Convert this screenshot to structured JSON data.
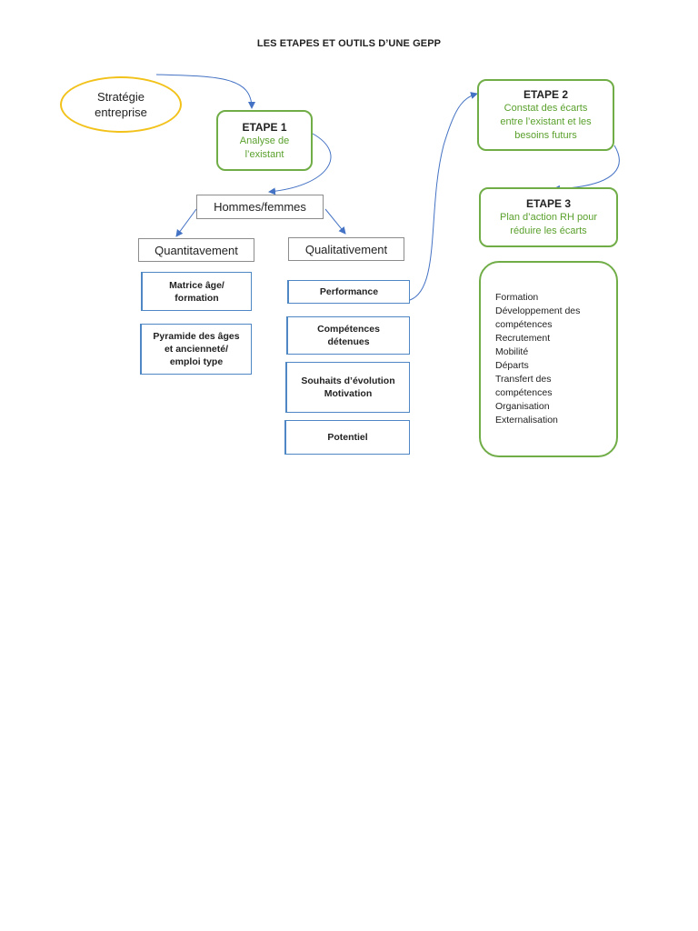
{
  "title": "LES ETAPES ET OUTILS D’UNE GEPP",
  "strategie": "Stratégie\nentreprise",
  "etape1": {
    "title": "ETAPE 1",
    "subtitle": "Analyse de\nl’existant"
  },
  "etape2": {
    "title": "ETAPE 2",
    "subtitle": "Constat des écarts\nentre l’existant et les\nbesoins futurs"
  },
  "etape3": {
    "title": "ETAPE 3",
    "subtitle": "Plan d’action RH pour\nréduire les écarts"
  },
  "hommes_femmes": "Hommes/femmes",
  "quantitativement": "Quantitavement",
  "qualitativement": "Qualitativement",
  "quanti_items": [
    "Matrice âge/\nformation",
    "Pyramide des âges\net ancienneté/\nemploi type"
  ],
  "quali_items": [
    "Performance",
    "Compétences\ndétenues",
    "Souhaits d’évolution\nMotivation",
    "Potentiel"
  ],
  "actions": [
    "Formation",
    "Développement des\ncompétences",
    "Recrutement",
    "Mobilité",
    "Départs",
    "Transfert des\ncompétences",
    "Organisation",
    "Externalisation"
  ],
  "colors": {
    "green": "#70ad47",
    "green_text": "#5aa02c",
    "yellow": "#f2c21b",
    "blue": "#4f87c5",
    "arrow": "#4472c4"
  }
}
